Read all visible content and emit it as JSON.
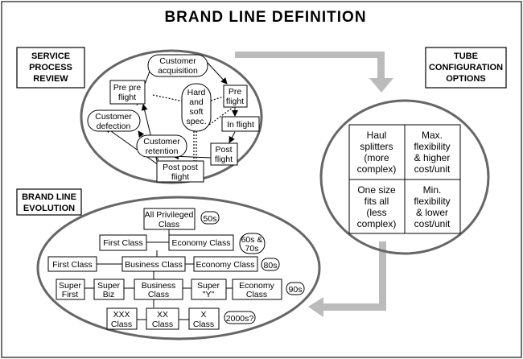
{
  "title": "BRAND LINE DEFINITION",
  "panels": {
    "service_process": [
      "SERVICE",
      "PROCESS",
      "REVIEW"
    ],
    "tube_config": [
      "TUBE",
      "CONFIGURATION",
      "OPTIONS"
    ],
    "brand_evolution": [
      "BRAND LINE",
      "EVOLUTION"
    ]
  },
  "process": {
    "customer_acquisition": [
      "Customer",
      "acquisition"
    ],
    "pre_pre_flight": [
      "Pre pre",
      "flight"
    ],
    "pre_flight": [
      "Pre",
      "flight"
    ],
    "hard_soft_spec": [
      "Hard",
      "and",
      "soft",
      "spec."
    ],
    "customer_defection": [
      "Customer",
      "defection"
    ],
    "in_flight": "In flight",
    "customer_retention": [
      "Customer",
      "retention"
    ],
    "post_flight": [
      "Post",
      "flight"
    ],
    "post_post_flight": [
      "Post post",
      "flight"
    ]
  },
  "tube": {
    "cells": [
      [
        "Haul",
        "splitters",
        "(more",
        "complex)"
      ],
      [
        "Max.",
        "flexibility",
        "& higher",
        "cost/unit"
      ],
      [
        "One size",
        "fits all",
        "(less",
        "complex)"
      ],
      [
        "Min.",
        "flexibility",
        "& lower",
        "cost/unit"
      ]
    ]
  },
  "evolution": {
    "row_50s": {
      "boxes": [
        [
          "All Privileged",
          "Class"
        ]
      ],
      "era": "50s"
    },
    "row_60s": {
      "boxes": [
        "First Class",
        "Economy Class"
      ],
      "era": [
        "60s &",
        "70s"
      ]
    },
    "row_80s": {
      "boxes": [
        "First Class",
        "Business Class",
        "Economy Class"
      ],
      "era": "80s"
    },
    "row_90s": {
      "boxes": [
        [
          "Super",
          "First"
        ],
        [
          "Super",
          "Biz"
        ],
        [
          "Business",
          "Class"
        ],
        [
          "Super",
          "\"Y\""
        ],
        [
          "Economy",
          "Class"
        ]
      ],
      "era": "90s"
    },
    "row_2000s": {
      "boxes": [
        [
          "XXX",
          "Class"
        ],
        [
          "XX",
          "Class"
        ],
        [
          "X",
          "Class"
        ]
      ],
      "era": "2000s?"
    }
  }
}
